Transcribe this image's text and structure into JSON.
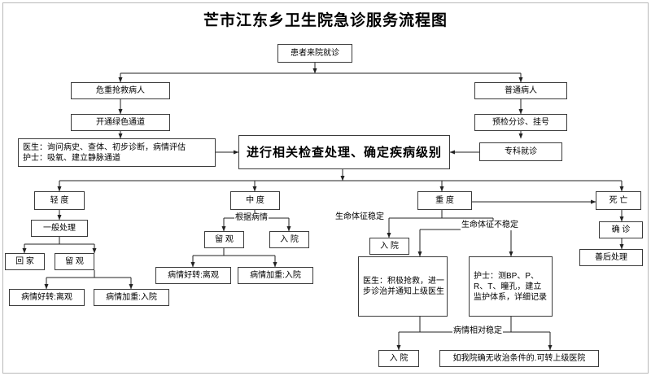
{
  "title": "芒市江东乡卫生院急诊服务流程图",
  "chart_data": {
    "type": "diagram",
    "title": "芒市江东乡卫生院急诊服务流程图",
    "diagram_kind": "flowchart"
  },
  "nodes": {
    "arrival": "患者来院就诊",
    "critical_patient": "危重抢救病人",
    "green_channel": "开通绿色通道",
    "doctor_nurse_initial": "医生：询问病史、查体、初步诊断，病情评估\n护士：吸氧、建立静脉通道",
    "exam_grade": "进行相关检查处理、确定疾病级别",
    "general_patient": "普通病人",
    "triage_register": "预检分诊、挂号",
    "specialist_visit": "专科就诊",
    "mild": "轻 度",
    "moderate": "中 度",
    "severe": "重 度",
    "death": "死 亡",
    "general_treatment": "一般处理",
    "go_home": "回 家",
    "observe_left": "留 观",
    "improve_left": "病情好转:离观",
    "worsen_left": "病情加重:入院",
    "observe_mid": "留 观",
    "admit_mid": "入 院",
    "improve_mid": "病情好转:离观",
    "worsen_mid": "病情加重:入院",
    "admit_stable": "入 院",
    "doctor_rescue": "医生：积极抢救，进一步诊治并通知上级医生",
    "nurse_monitor": "护士：测BP、P、R、T、瞳孔，建立监护体系，详细记录",
    "admit_bottom": "入 院",
    "transfer_up": "如我院确无收治条件的.可转上级医院",
    "confirm_death": "确 诊",
    "aftercare": "善后处理"
  },
  "edge_labels": {
    "by_condition": "根据病情",
    "vitals_stable": "生命体征稳定",
    "vitals_unstable": "生命体征不稳定",
    "relatively_stable": "病情相对稳定"
  }
}
